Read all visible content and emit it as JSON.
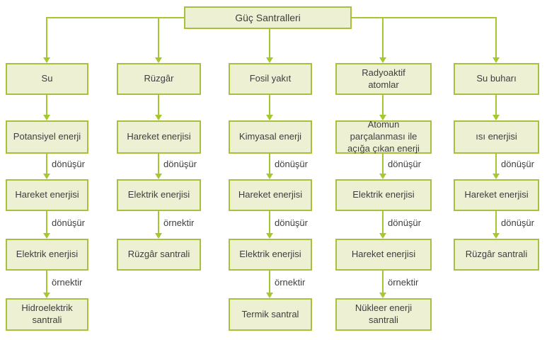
{
  "title": "Güç Santralleri",
  "colors": {
    "box_fill": "#eef0d3",
    "box_border": "#a9bf3e",
    "arrow": "#a6c82e",
    "text": "#3e3e3e",
    "background": "#ffffff"
  },
  "columns": [
    {
      "header": "Su",
      "nodes": [
        "Potansiyel enerji",
        "Hareket enerjisi",
        "Elektrik enerjisi",
        "Hidroelektrik santrali"
      ],
      "edges": [
        "",
        "dönüşür",
        "dönüşür",
        "örnektir"
      ]
    },
    {
      "header": "Rüzgâr",
      "nodes": [
        "Hareket enerjisi",
        "Elektrik enerjisi",
        "Rüzgâr santrali"
      ],
      "edges": [
        "",
        "dönüşür",
        "örnektir"
      ]
    },
    {
      "header": "Fosil yakıt",
      "nodes": [
        "Kimyasal enerji",
        "Hareket enerjisi",
        "Elektrik enerjisi",
        "Termik santral"
      ],
      "edges": [
        "",
        "dönüşür",
        "dönüşür",
        "örnektir"
      ]
    },
    {
      "header": "Radyoaktif atomlar",
      "nodes": [
        "Atomun parçalanması ile açığa çıkan enerji",
        "Elektrik enerjisi",
        "Hareket enerjisi",
        "Nükleer enerji santrali"
      ],
      "edges": [
        "",
        "dönüşür",
        "dönüşür",
        "örnektir"
      ]
    },
    {
      "header": "Su buharı",
      "nodes": [
        "ısı enerjisi",
        "Hareket enerjisi",
        "Rüzgâr santrali"
      ],
      "edges": [
        "",
        "dönüşür",
        "dönüşür"
      ]
    }
  ]
}
